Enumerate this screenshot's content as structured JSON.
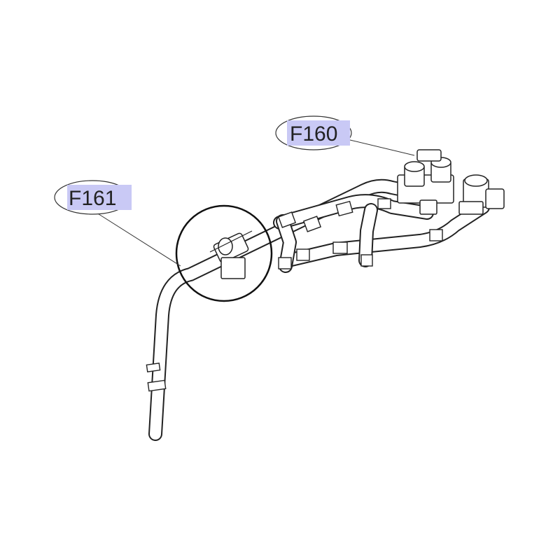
{
  "callouts": [
    {
      "id": "F160",
      "label": "F160"
    },
    {
      "id": "F161",
      "label": "F161"
    }
  ],
  "colors": {
    "label_highlight": "#c9c9f5",
    "line": "#222222",
    "background": "#ffffff"
  }
}
